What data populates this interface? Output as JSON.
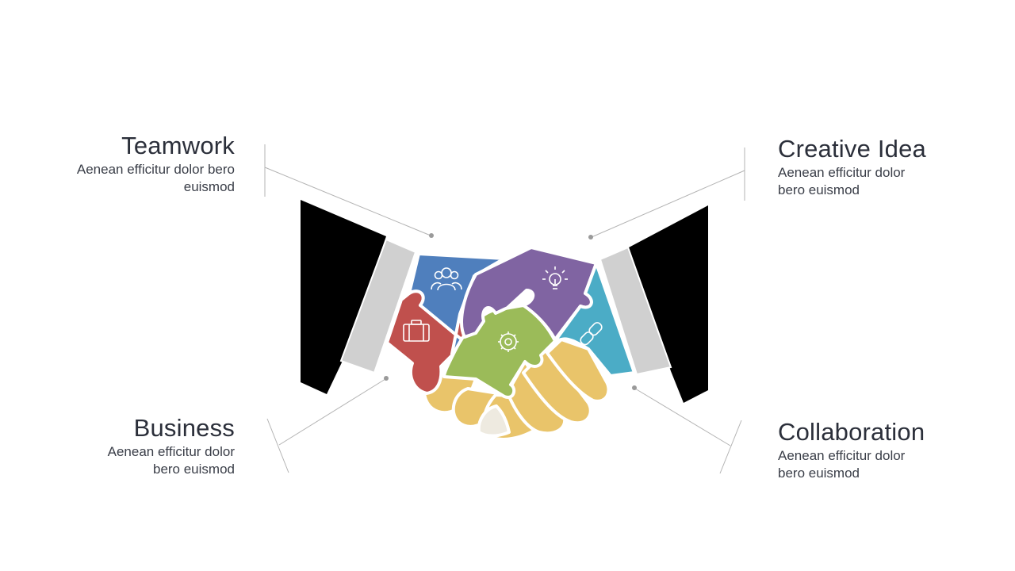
{
  "labels": {
    "teamwork": {
      "title": "Teamwork",
      "desc": "Aenean efficitur dolor bero euismod"
    },
    "creative_idea": {
      "title": "Creative Idea",
      "desc": "Aenean efficitur dolor bero euismod"
    },
    "business": {
      "title": "Business",
      "desc": "Aenean efficitur dolor bero euismod"
    },
    "collaboration": {
      "title": "Collaboration",
      "desc": "Aenean efficitur dolor bero euismod"
    }
  },
  "colors": {
    "blue": "#4f7fbd",
    "purple": "#8064a2",
    "red": "#c0504d",
    "green": "#9bbb59",
    "teal": "#4bacc6",
    "yellow": "#e9c46a",
    "sleeve": "#000000",
    "cuff": "#d0d0d0",
    "connector": "#b3b3b3"
  },
  "icons": [
    "people-icon",
    "lightbulb-icon",
    "briefcase-icon",
    "gear-icon",
    "link-icon"
  ]
}
